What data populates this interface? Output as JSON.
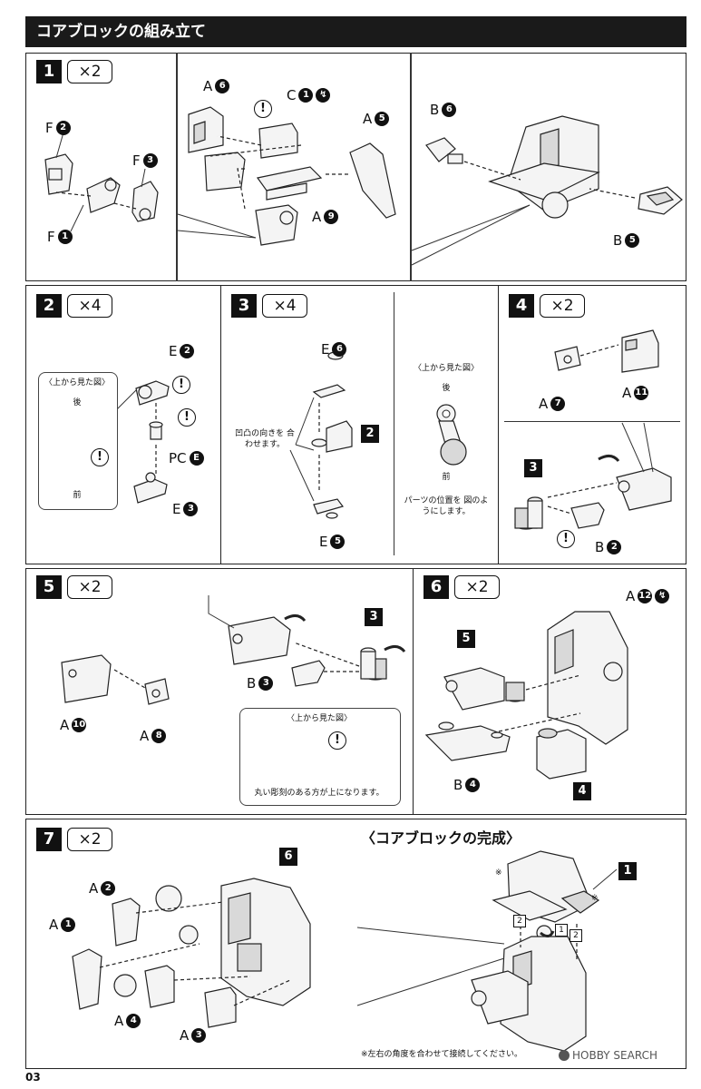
{
  "header": {
    "title": "コアブロックの組み立て"
  },
  "page_number": "03",
  "watermark": "HOBBY SEARCH",
  "steps": [
    {
      "no": "1",
      "qty": "×2"
    },
    {
      "no": "2",
      "qty": "×4"
    },
    {
      "no": "3",
      "qty": "×4"
    },
    {
      "no": "4",
      "qty": "×2"
    },
    {
      "no": "5",
      "qty": "×2"
    },
    {
      "no": "6",
      "qty": "×2"
    },
    {
      "no": "7",
      "qty": "×2"
    }
  ],
  "step1": {
    "labels": [
      {
        "runner": "F",
        "num": "2"
      },
      {
        "runner": "F",
        "num": "3"
      },
      {
        "runner": "F",
        "num": "1"
      },
      {
        "runner": "A",
        "num": "6"
      },
      {
        "runner": "C",
        "num": "1"
      },
      {
        "runner": "A",
        "num": "5"
      },
      {
        "runner": "A",
        "num": "9"
      },
      {
        "runner": "B",
        "num": "6"
      },
      {
        "runner": "B",
        "num": "5"
      }
    ]
  },
  "step2": {
    "top_view_title": "〈上から見た図〉",
    "back": "後",
    "front": "前",
    "labels": [
      {
        "runner": "E",
        "num": "2"
      },
      {
        "runner": "PC",
        "num": "E"
      },
      {
        "runner": "E",
        "num": "3"
      }
    ]
  },
  "step3": {
    "labels": [
      {
        "runner": "E",
        "num": "6"
      },
      {
        "runner": "E",
        "num": "5"
      }
    ],
    "subassembly": "2",
    "align_note": "凹凸の向きを 合わせます。",
    "top_view_title": "〈上から見た図〉",
    "back": "後",
    "front": "前",
    "position_note": "パーツの位置を 図のようにします。"
  },
  "step4": {
    "labels": [
      {
        "runner": "A",
        "num": "7"
      },
      {
        "runner": "A",
        "num": "11"
      },
      {
        "runner": "B",
        "num": "2"
      }
    ],
    "subassembly": "3"
  },
  "step5": {
    "labels": [
      {
        "runner": "A",
        "num": "10"
      },
      {
        "runner": "A",
        "num": "8"
      },
      {
        "runner": "B",
        "num": "3"
      }
    ],
    "subassembly": "3",
    "top_view_title": "〈上から見た図〉",
    "note": "丸い彫刻のある方が上になります。"
  },
  "step6": {
    "labels": [
      {
        "runner": "A",
        "num": "12"
      },
      {
        "runner": "B",
        "num": "4"
      }
    ],
    "subassemblies": [
      "5",
      "4"
    ]
  },
  "step7": {
    "labels": [
      {
        "runner": "A",
        "num": "2"
      },
      {
        "runner": "A",
        "num": "1"
      },
      {
        "runner": "A",
        "num": "4"
      },
      {
        "runner": "A",
        "num": "3"
      }
    ],
    "subassembly": "6"
  },
  "complete": {
    "title": "〈コアブロックの完成〉",
    "subassembly": "1",
    "note": "※左右の角度を合わせて接続してください。",
    "mark": "※",
    "step_marks": [
      "2",
      "1",
      "2"
    ]
  }
}
